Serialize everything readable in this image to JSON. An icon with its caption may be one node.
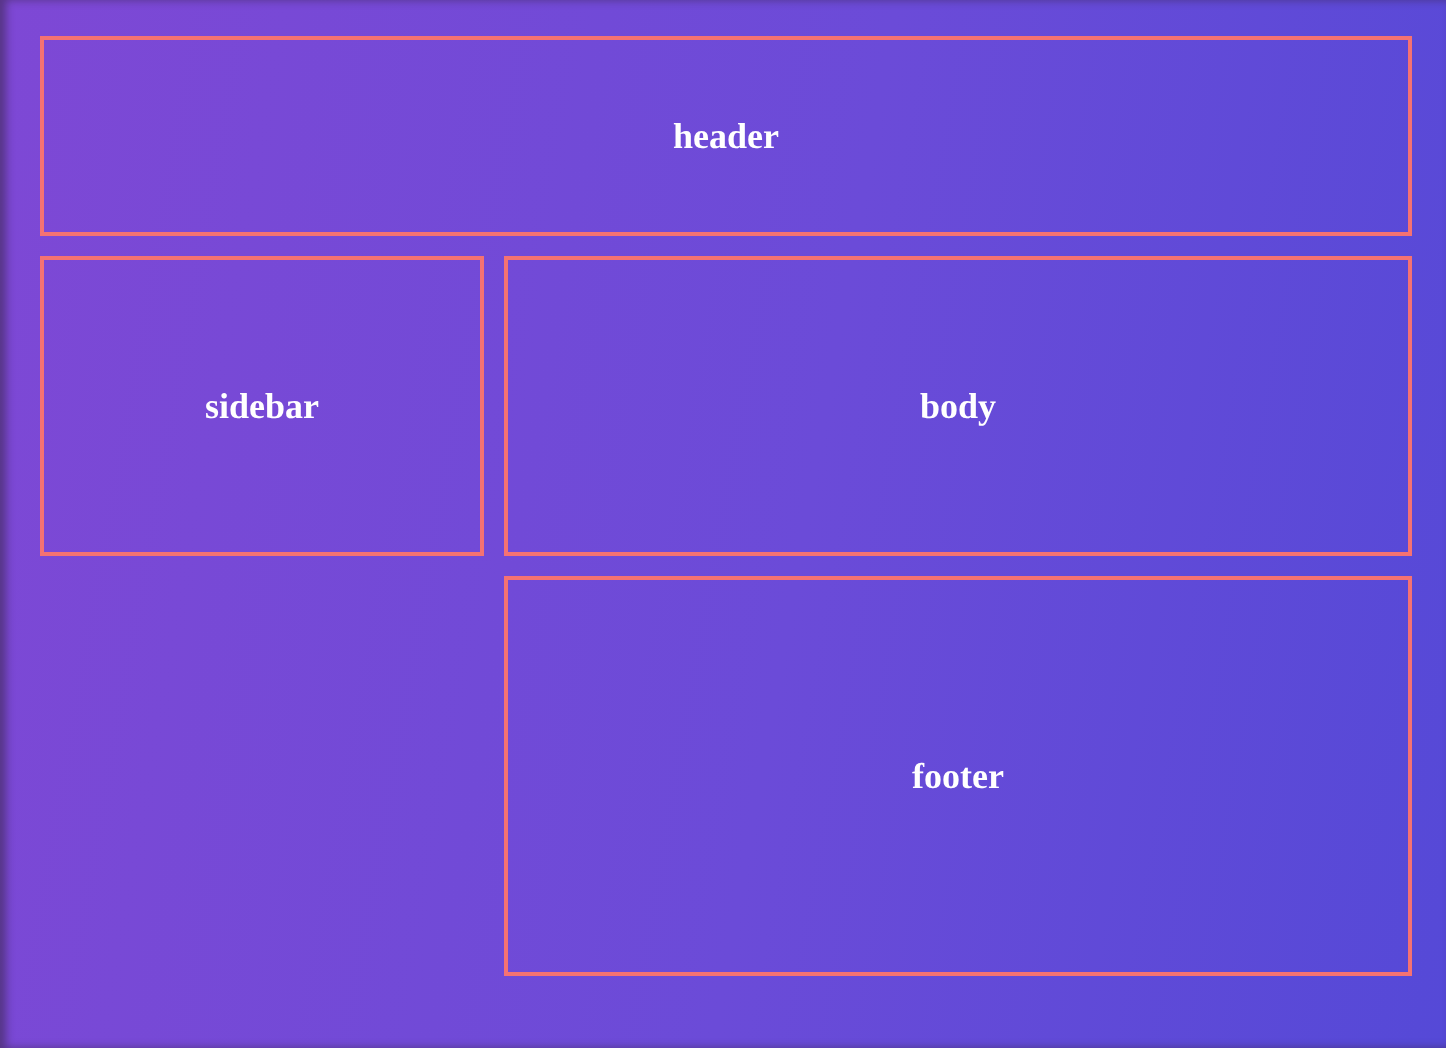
{
  "diagram": {
    "nodes": [
      {
        "text": [
          "header"
        ]
      },
      {
        "text": [
          "sidebar"
        ]
      },
      {
        "text": [
          "body"
        ]
      },
      {
        "text": [
          "footer"
        ]
      }
    ]
  }
}
